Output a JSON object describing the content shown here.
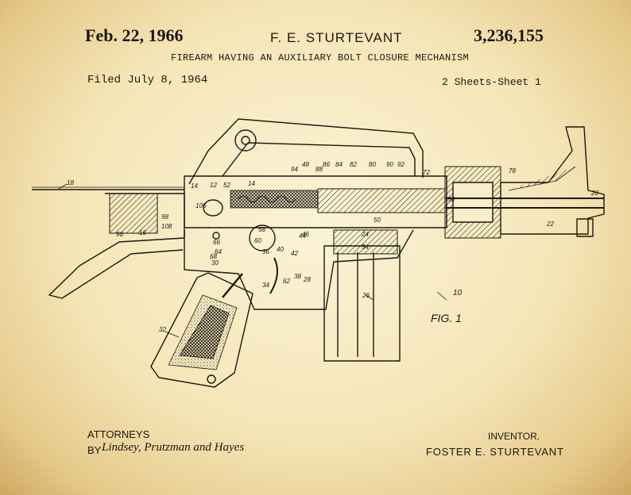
{
  "header": {
    "date": "Feb. 22, 1966",
    "inventor_name": "F. E. STURTEVANT",
    "patent_number": "3,236,155",
    "title": "FIREARM HAVING AN AUXILIARY BOLT CLOSURE MECHANISM",
    "filed": "Filed July 8, 1964",
    "sheets": "2 Sheets-Sheet 1"
  },
  "figure": {
    "label": "FIG. 1",
    "ref_number": "10",
    "part_numbers": [
      "18",
      "14",
      "12",
      "52",
      "14",
      "94",
      "48",
      "88",
      "86",
      "84",
      "82",
      "80",
      "90",
      "92",
      "72",
      "78",
      "20",
      "22",
      "56",
      "24",
      "54",
      "50",
      "98",
      "106",
      "108",
      "96",
      "16",
      "58",
      "60",
      "66",
      "64",
      "68",
      "30",
      "34",
      "36",
      "40",
      "42",
      "44",
      "46",
      "38",
      "28",
      "62",
      "32",
      "26"
    ]
  },
  "footer": {
    "attorneys_label": "ATTORNEYS",
    "by_label": "BY",
    "attorney_names": "Lindsey, Prutzman and Hayes",
    "inventor_label": "INVENTOR.",
    "inventor_full_name": "FOSTER E. STURTEVANT"
  }
}
